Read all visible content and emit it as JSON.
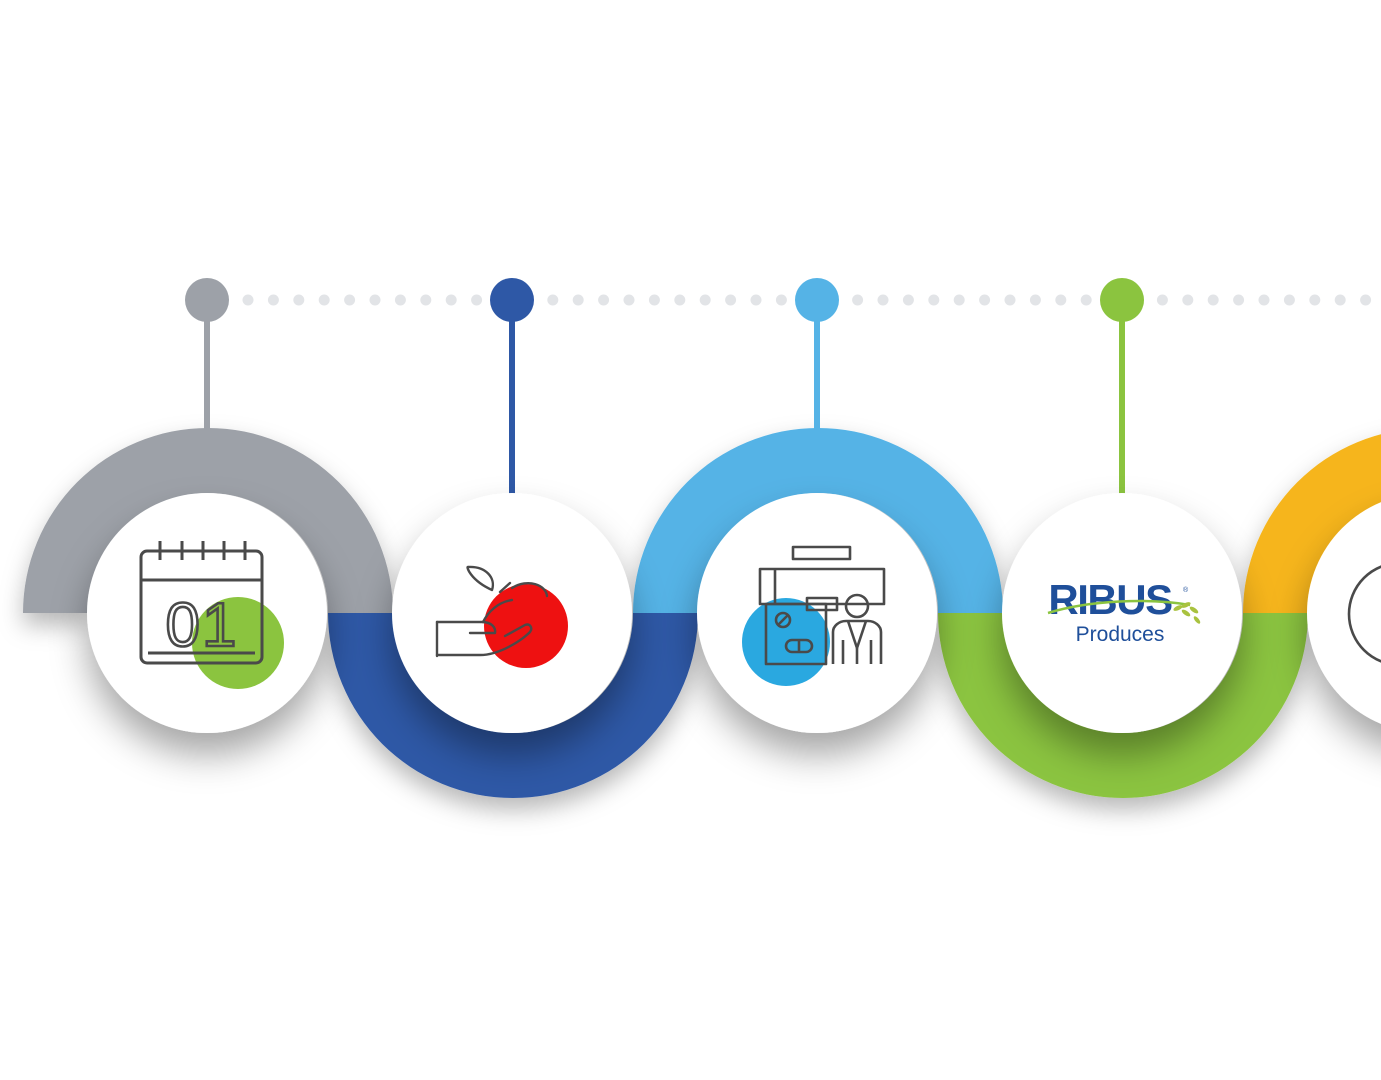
{
  "colors": {
    "background": "#ffffff",
    "gray": "#9da1a8",
    "navy": "#2e58a6",
    "sky": "#55b3e6",
    "green": "#8bc43f",
    "amber": "#f6b51e",
    "icon_stroke": "#4a4a4a",
    "dot": "#e2e4e7",
    "apple_red": "#ee1111",
    "pill_blue": "#2aa8e0"
  },
  "steps": [
    {
      "id": "step-1",
      "color": "gray",
      "icon": "calendar-icon",
      "icon_text": "01"
    },
    {
      "id": "step-2",
      "color": "navy",
      "icon": "hand-apple-icon",
      "icon_text": ""
    },
    {
      "id": "step-3",
      "color": "sky",
      "icon": "pharmacist-icon",
      "icon_text": ""
    },
    {
      "id": "step-4",
      "color": "green",
      "icon": "ribus-logo",
      "logo_main": "RIBUS",
      "logo_sub": "Produces"
    },
    {
      "id": "step-5",
      "color": "amber",
      "icon": "partial-circle-icon",
      "icon_text": ""
    }
  ]
}
